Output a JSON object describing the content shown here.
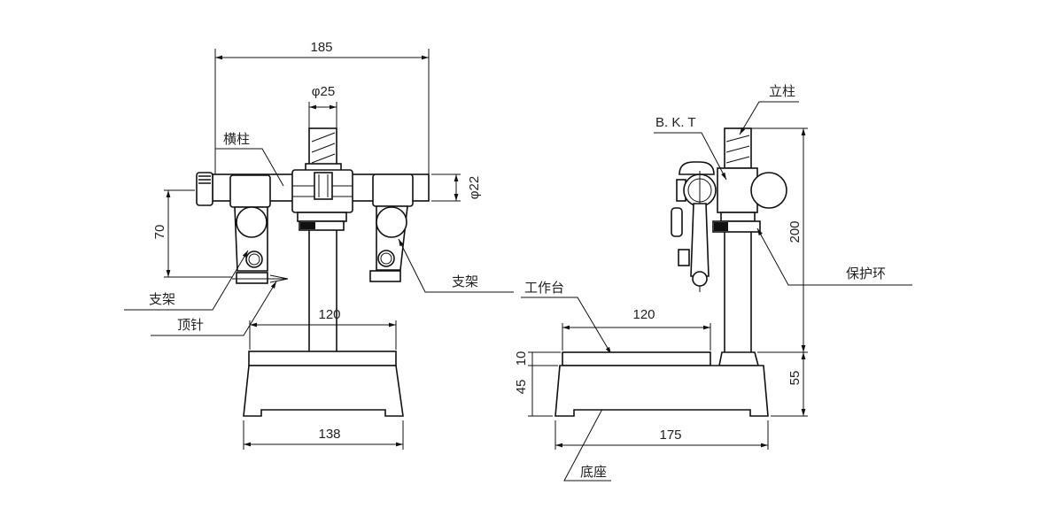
{
  "front_view": {
    "dims": {
      "width_185": "185",
      "column_dia": "φ25",
      "bar_dia": "φ22",
      "height_70": "70",
      "table_120": "120",
      "base_138": "138"
    },
    "labels": {
      "crossbar": "横柱",
      "bracket_left": "支架",
      "center_pin": "顶针",
      "bracket_right": "支架"
    }
  },
  "side_view": {
    "dims": {
      "table_120": "120",
      "table_10": "10",
      "base_45": "45",
      "height_200": "200",
      "base_55": "55",
      "base_175": "175"
    },
    "labels": {
      "column": "立柱",
      "bkt": "B. K. T",
      "guard_ring": "保护环",
      "worktable": "工作台",
      "base": "底座"
    }
  }
}
